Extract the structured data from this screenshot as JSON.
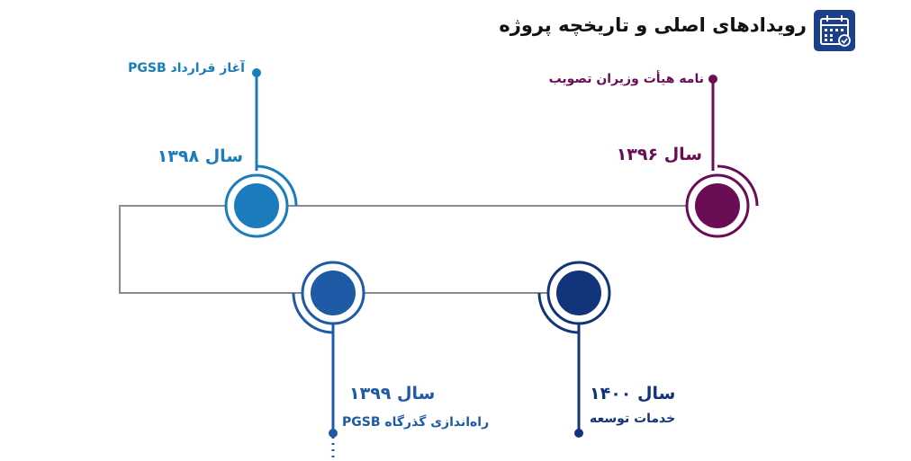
{
  "title": "رویدادهای اصلی و تاریخچه پروژه",
  "icon": "calendar-check-icon",
  "colors": {
    "purple": "#6a0d55",
    "blue_light": "#1a7cbc",
    "blue_mid": "#1f5aa6",
    "blue_dark": "#12347a",
    "line": "#8a8a8a",
    "icon_bg": "#1b3f8b"
  },
  "milestones": [
    {
      "year": "سال ۱۳۹۶",
      "event": "نامه هیأت وزیران تصویب"
    },
    {
      "year": "سال ۱۳۹۸",
      "event": "آغاز قرارداد PGSB"
    },
    {
      "year": "سال ۱۴۰۰",
      "event": "خدمات توسعه"
    },
    {
      "year": "سال ۱۳۹۹",
      "event": "راه‌اندازی گذرگاه PGSB"
    }
  ]
}
